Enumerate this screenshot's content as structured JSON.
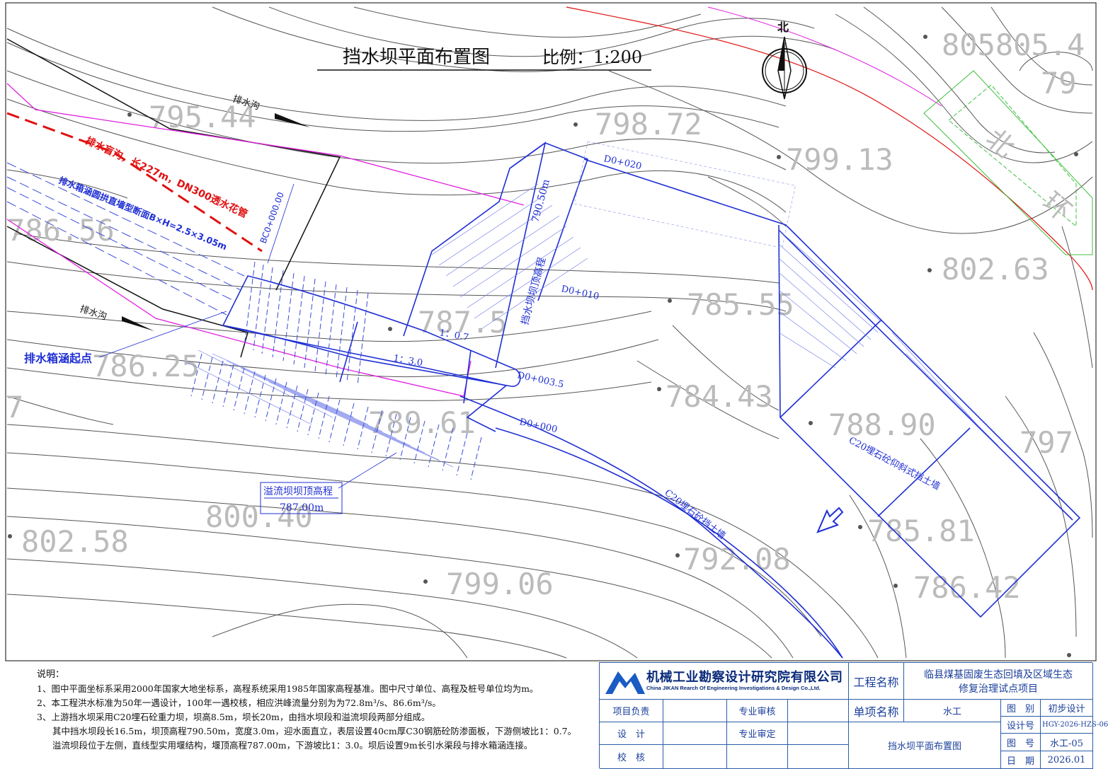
{
  "drawing": {
    "title": "挡水坝平面布置图",
    "scale": "比例：1:200",
    "north": "北",
    "labels": {
      "ditch1": "排水沟",
      "ditch2": "排水沟",
      "blind_ditch": "排水盲沟，长227m，DN300透水花管",
      "box_culvert": "排水箱涵圆拱直墙型断面B×H=2.5×3.05m",
      "culvert_start": "排水箱涵起点",
      "bc_station": "BC0+000.00",
      "dam_crest": "挡水坝坝顶高程",
      "dam_crest_elev": "790.50m",
      "slope_07": "1：0.7",
      "slope_30": "1：3.0",
      "st_020": "D0+020",
      "st_010": "D0+010",
      "st_0035": "D0+003.5",
      "st_000": "D0+000",
      "spillway": "溢流坝坝顶高程",
      "spillway_elev": "787.00m",
      "wall1": "C20埋石砼挡土墙",
      "wall2": "C20埋石砼仰斜式挡土墙",
      "side_text1": "北",
      "side_text2": "环"
    },
    "elevations": [
      "805805.4",
      "79",
      "798.72",
      "799.13",
      "795.44",
      "802.63",
      "785.55",
      "784.43",
      "788.90",
      "786.25",
      "786.56",
      "789.61",
      "800.40",
      "802.58",
      "799.06",
      "792.08",
      "785.81",
      "786.42",
      "797",
      "7",
      "787.5"
    ],
    "colors": {
      "contour": "#4a4a4a",
      "design": "#1f2fd4",
      "red": "#e01010",
      "magenta": "#e020e0",
      "green": "#30c030",
      "tb": "#2b5da8"
    }
  },
  "notes": {
    "heading": "说明：",
    "lines": [
      "1、图中平面坐标系采用2000年国家大地坐标系，高程系统采用1985年国家高程基准。图中尺寸单位、高程及桩号单位均为m。",
      "2、本工程洪水标准为50年一遇设计，100年一遇校核，相应洪峰流量分别为为72.8m³/s、86.6m³/s。",
      "3、上游挡水坝采用C20埋石砼重力坝，坝高8.5m，坝长20m，由挡水坝段和溢流坝段两部分组成。",
      "其中挡水坝段长16.5m，坝顶高程790.50m，宽度3.0m，迎水面直立，表层设置40cm厚C30钢筋砼防渗面板，下游侧坡比1：0.7。",
      "溢流坝段位于左侧，直线型实用堰结构，堰顶高程787.00m，下游坡比1：3.0。坝后设置9m长引水渠段与排水箱涵连接。"
    ]
  },
  "title_block": {
    "company_cn": "机械工业勘察设计研究院有限公司",
    "company_en": "China JIKAN Rearch Of Engineering Investigations & Design Co.,Ltd.",
    "project_label": "工程名称",
    "project_name_1": "临县煤基固废生态回填及区域生态",
    "project_name_2": "修复治理试点项目",
    "item_label": "单项名称",
    "item_value": "水工",
    "drawing_name": "挡水坝平面布置图",
    "rows": {
      "r1": "项目负责",
      "r1b": "专业审核",
      "r2": "设　计",
      "r2b": "专业审定",
      "r3": "校　核"
    },
    "meta": {
      "k1": "图　别",
      "v1": "初步设计",
      "k2": "设计号",
      "v2": "HGY-2026-HZS-06",
      "k3": "图　号",
      "v3": "水工-05",
      "k4": "日　期",
      "v4": "2026.01"
    }
  }
}
